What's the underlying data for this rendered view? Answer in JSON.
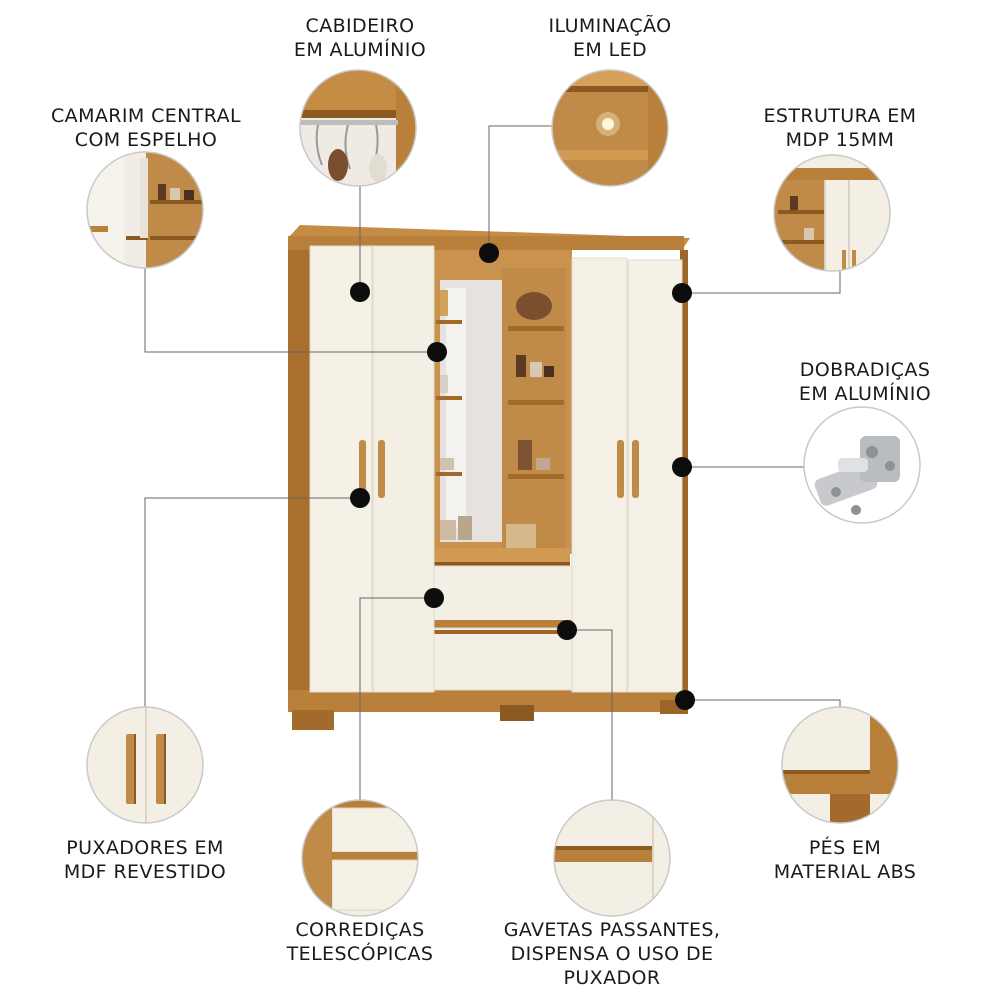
{
  "labels": {
    "cabideiro": [
      "CABIDEIRO",
      "EM ALUMÍNIO"
    ],
    "iluminacao": [
      "ILUMINAÇÃO",
      "EM LED"
    ],
    "camarim": [
      "CAMARIM CENTRAL",
      "COM ESPELHO"
    ],
    "estrutura": [
      "ESTRUTURA EM",
      "MDP 15MM"
    ],
    "dobradicas": [
      "DOBRADIÇAS",
      "EM ALUMÍNIO"
    ],
    "puxadores": [
      "PUXADORES EM",
      "MDF REVESTIDO"
    ],
    "pes": [
      "PÉS EM",
      "MATERIAL ABS"
    ],
    "corredicas": [
      "CORREDIÇAS",
      "TELESCÓPICAS"
    ],
    "gavetas": [
      "GAVETAS PASSANTES,",
      "DISPENSA O USO DE",
      "PUXADOR"
    ]
  },
  "colors": {
    "wood": "#b8803a",
    "wood_dark": "#8a5a22",
    "cream": "#f3efe4",
    "marker": "#0d0d0d",
    "line": "#555555",
    "circle_border": "#c9c9c9"
  }
}
